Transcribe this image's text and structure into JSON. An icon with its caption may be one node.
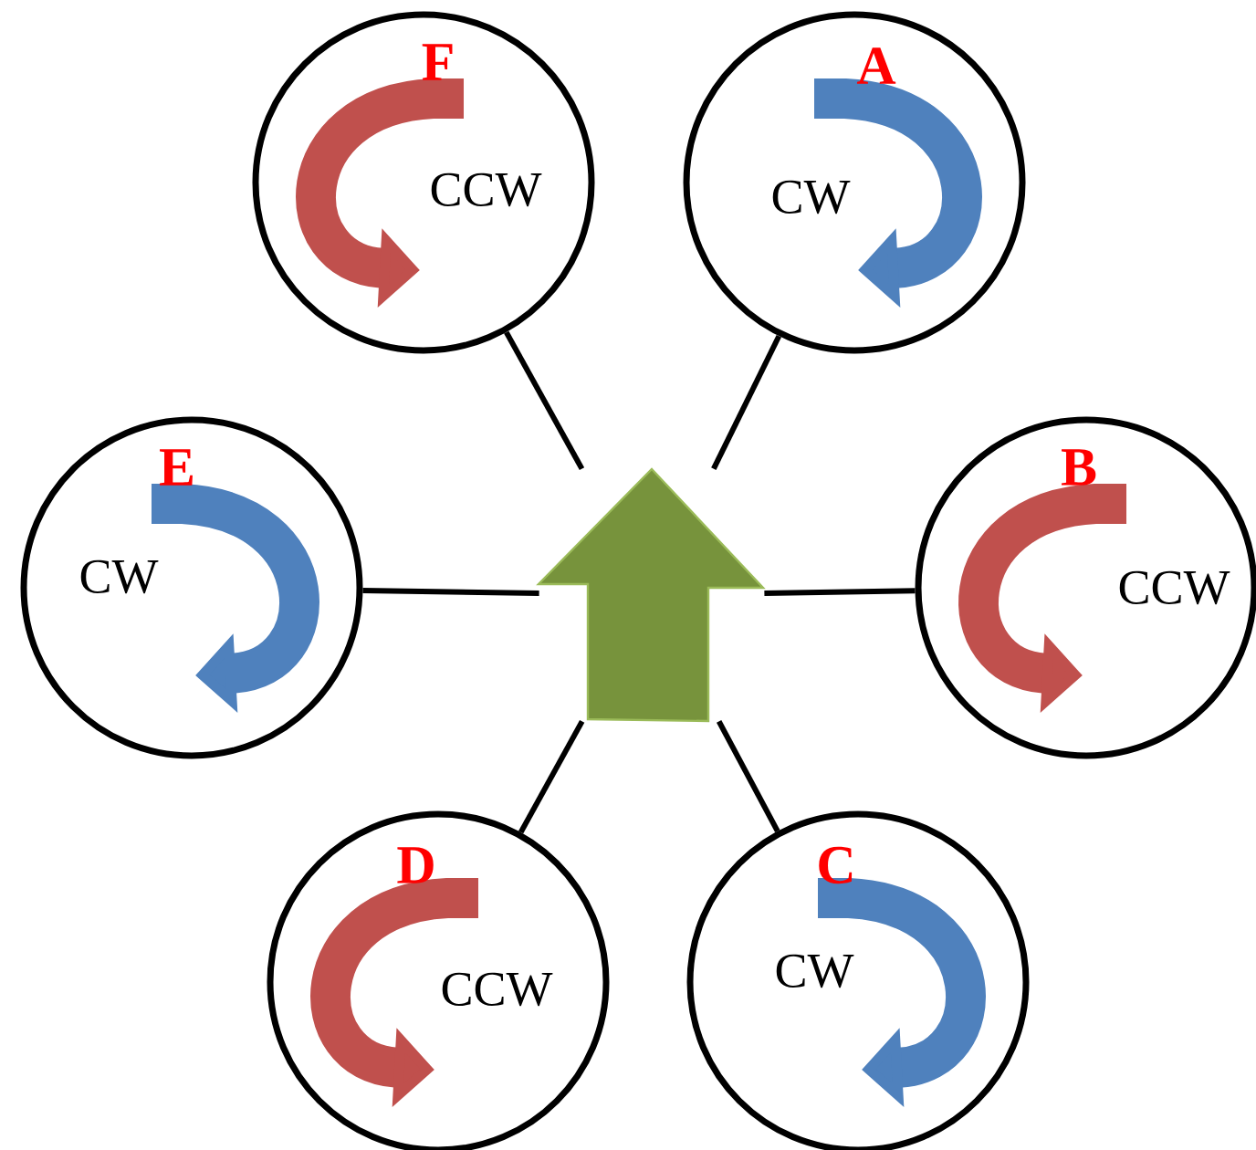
{
  "diagram": {
    "nodes": [
      {
        "text": [],
        "shape": "arrow"
      },
      {
        "text": [
          "F",
          "CCW"
        ]
      },
      {
        "text": [
          "A",
          "CW"
        ]
      },
      {
        "text": [
          "E",
          "CW"
        ]
      },
      {
        "text": [
          "B",
          "CCW"
        ]
      },
      {
        "text": [
          "D",
          "CCW"
        ]
      },
      {
        "text": [
          "C",
          "CW"
        ]
      }
    ],
    "edges": [
      {
        "from": 0,
        "to": 1,
        "arrow": "none"
      },
      {
        "from": 0,
        "to": 2,
        "arrow": "none"
      },
      {
        "from": 0,
        "to": 3,
        "arrow": "none"
      },
      {
        "from": 0,
        "to": 4,
        "arrow": "none"
      },
      {
        "from": 0,
        "to": 5,
        "arrow": "none"
      },
      {
        "from": 0,
        "to": 6,
        "arrow": "none"
      }
    ]
  }
}
